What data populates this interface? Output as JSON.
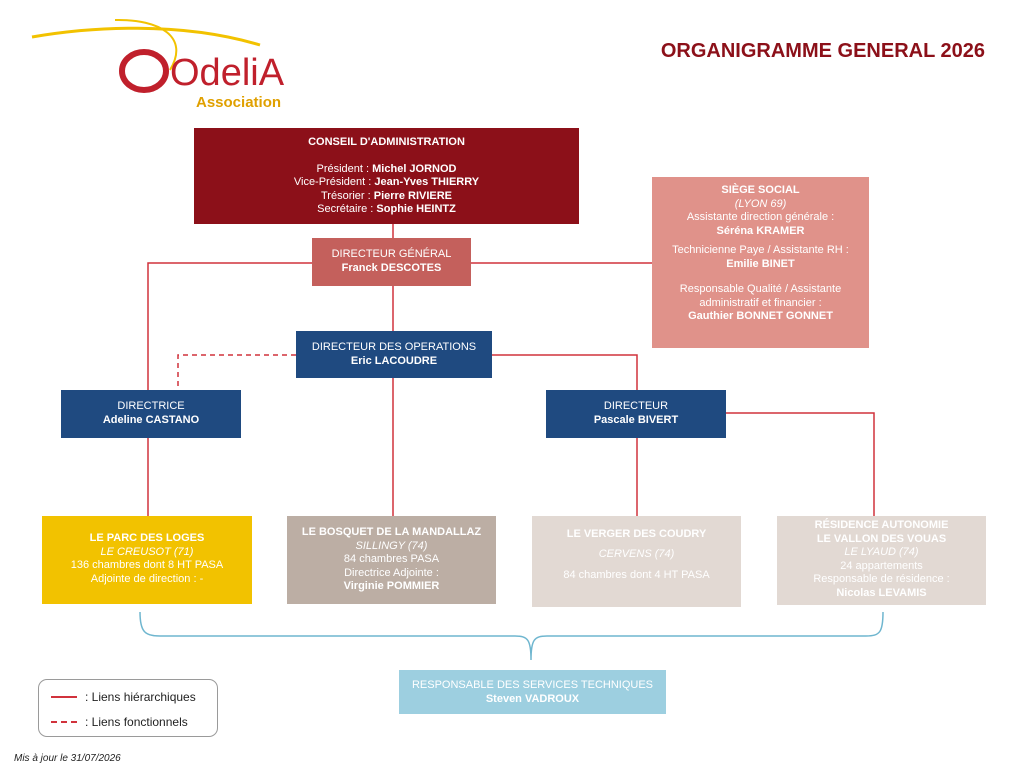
{
  "logo": {
    "name": "OdeliA",
    "tagline": "Association"
  },
  "title": "ORGANIGRAMME GENERAL 2026",
  "conseil": {
    "heading": "CONSEIL D'ADMINISTRATION",
    "rows": [
      {
        "role": "Président : ",
        "name": "Michel JORNOD"
      },
      {
        "role": "Vice-Président : ",
        "name": "Jean-Yves THIERRY"
      },
      {
        "role": "Trésorier : ",
        "name": "Pierre RIVIERE"
      },
      {
        "role": "Secrétaire : ",
        "name": "Sophie HEINTZ"
      }
    ]
  },
  "dg": {
    "role": "DIRECTEUR GÉNÉRAL",
    "name": "Franck DESCOTES"
  },
  "siege": {
    "heading": "SIÈGE SOCIAL",
    "location": "(LYON 69)",
    "rows": [
      {
        "role": "Assistante direction générale :",
        "name": "Séréna KRAMER"
      },
      {
        "role": "Technicienne Paye / Assistante RH :",
        "name": "Emilie BINET"
      },
      {
        "role": "Responsable Qualité / Assistante administratif et financier :",
        "name": "Gauthier BONNET GONNET"
      }
    ]
  },
  "dops": {
    "role": "DIRECTEUR DES OPERATIONS",
    "name": "Eric LACOUDRE"
  },
  "directrice": {
    "role": "DIRECTRICE",
    "name": "Adeline CASTANO"
  },
  "directeur": {
    "role": "DIRECTEUR",
    "name": "Pascale BIVERT"
  },
  "sites": {
    "parc": {
      "name": "LE PARC DES LOGES",
      "location": "LE CREUSOT (71)",
      "capacity": "136 chambres dont 8 HT PASA",
      "extra": "Adjointe de direction : -"
    },
    "bosquet": {
      "name": "LE BOSQUET DE LA MANDALLAZ",
      "location": "SILLINGY (74)",
      "capacity": "84 chambres PASA",
      "extra_role": "Directrice Adjointe :",
      "extra_name": "Virginie POMMIER"
    },
    "verger": {
      "name": "LE VERGER DES COUDRY",
      "location": "CERVENS (74)",
      "capacity": "84 chambres dont 4 HT PASA"
    },
    "vallon": {
      "name_line1": "RÉSIDENCE AUTONOMIE",
      "name_line2": "LE VALLON DES VOUAS",
      "location": "LE LYAUD (74)",
      "capacity": "24 appartements",
      "extra_role": "Responsable de résidence :",
      "extra_name": "Nicolas LEVAMIS"
    }
  },
  "tech": {
    "role": "RESPONSABLE DES SERVICES TECHNIQUES",
    "name": "Steven VADROUX"
  },
  "legend": {
    "hierarchical": ": Liens hiérarchiques",
    "functional": ": Liens fonctionnels"
  },
  "updated": "Mis à jour le 31/07/2026",
  "colors": {
    "conseil": "#8c1019",
    "dg": "#c4605c",
    "siege": "#e0928a",
    "navy": "#1f4a80",
    "parc": "#f2c200",
    "bosquet": "#bcaea4",
    "verger": "#e2d9d3",
    "vallon": "#e2d9d3",
    "tech": "#9dcfe0",
    "line": "#d1323c",
    "brace": "#6fb6cf"
  }
}
